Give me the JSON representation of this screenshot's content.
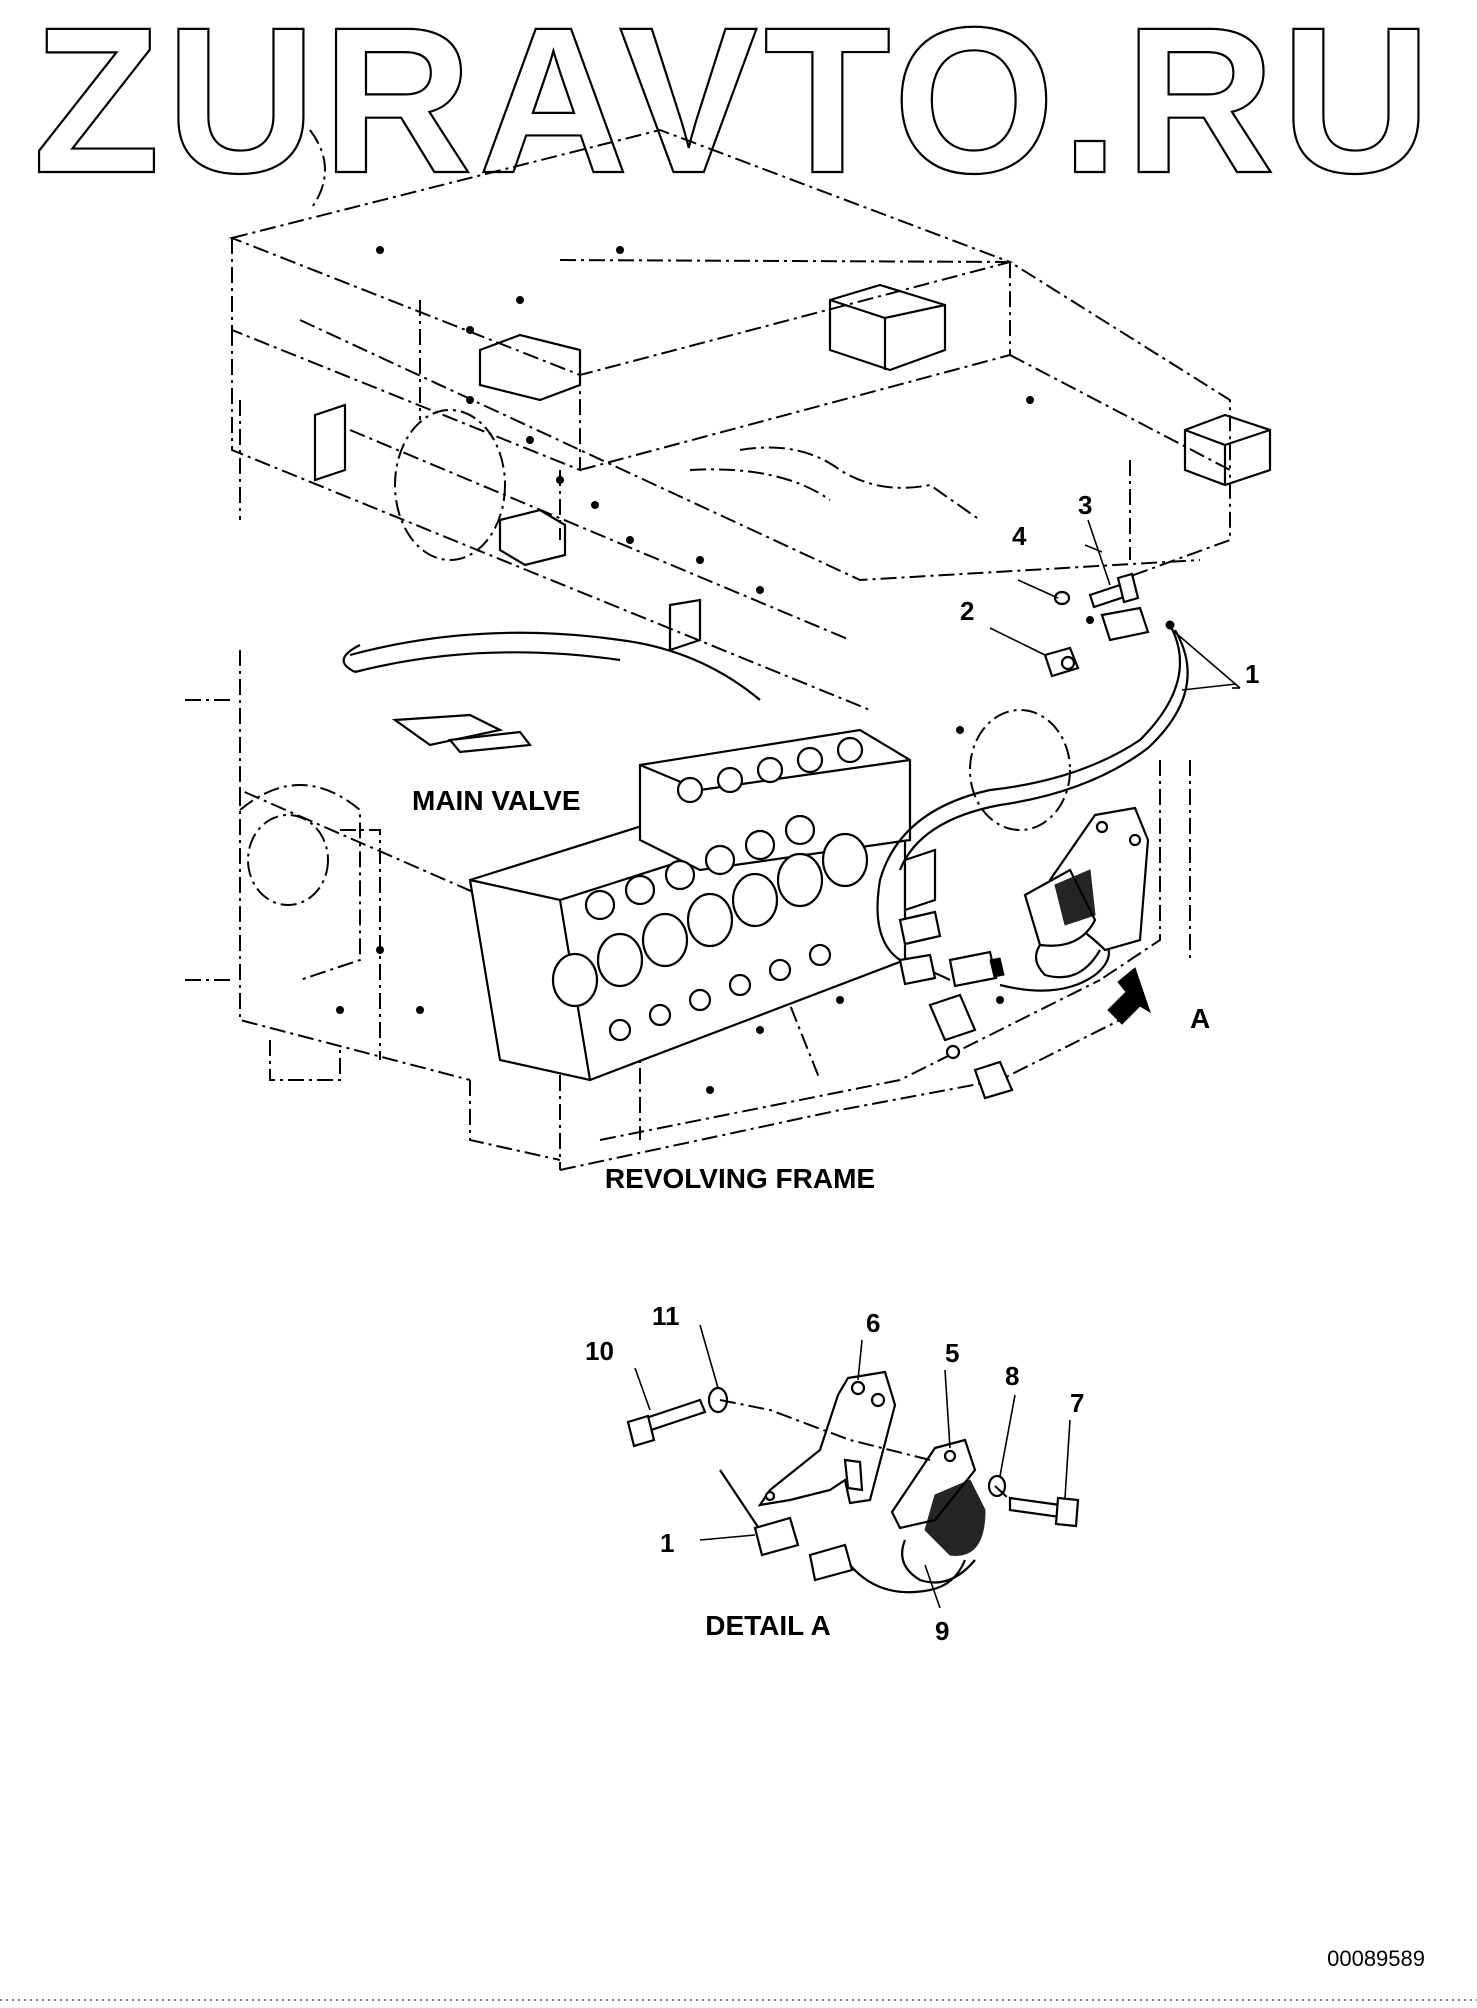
{
  "watermark": "ZURAVTO.RU",
  "labels": {
    "main_valve": "MAIN VALVE",
    "revolving_frame": "REVOLVING FRAME",
    "view_a": "A",
    "detail_a": "DETAIL A"
  },
  "callouts": {
    "c1_main": "1",
    "c2": "2",
    "c3": "3",
    "c4": "4",
    "c5": "5",
    "c6": "6",
    "c7": "7",
    "c8": "8",
    "c9": "9",
    "c10": "10",
    "c11": "11",
    "c1_detail": "1"
  },
  "drawing_number": "00089589"
}
